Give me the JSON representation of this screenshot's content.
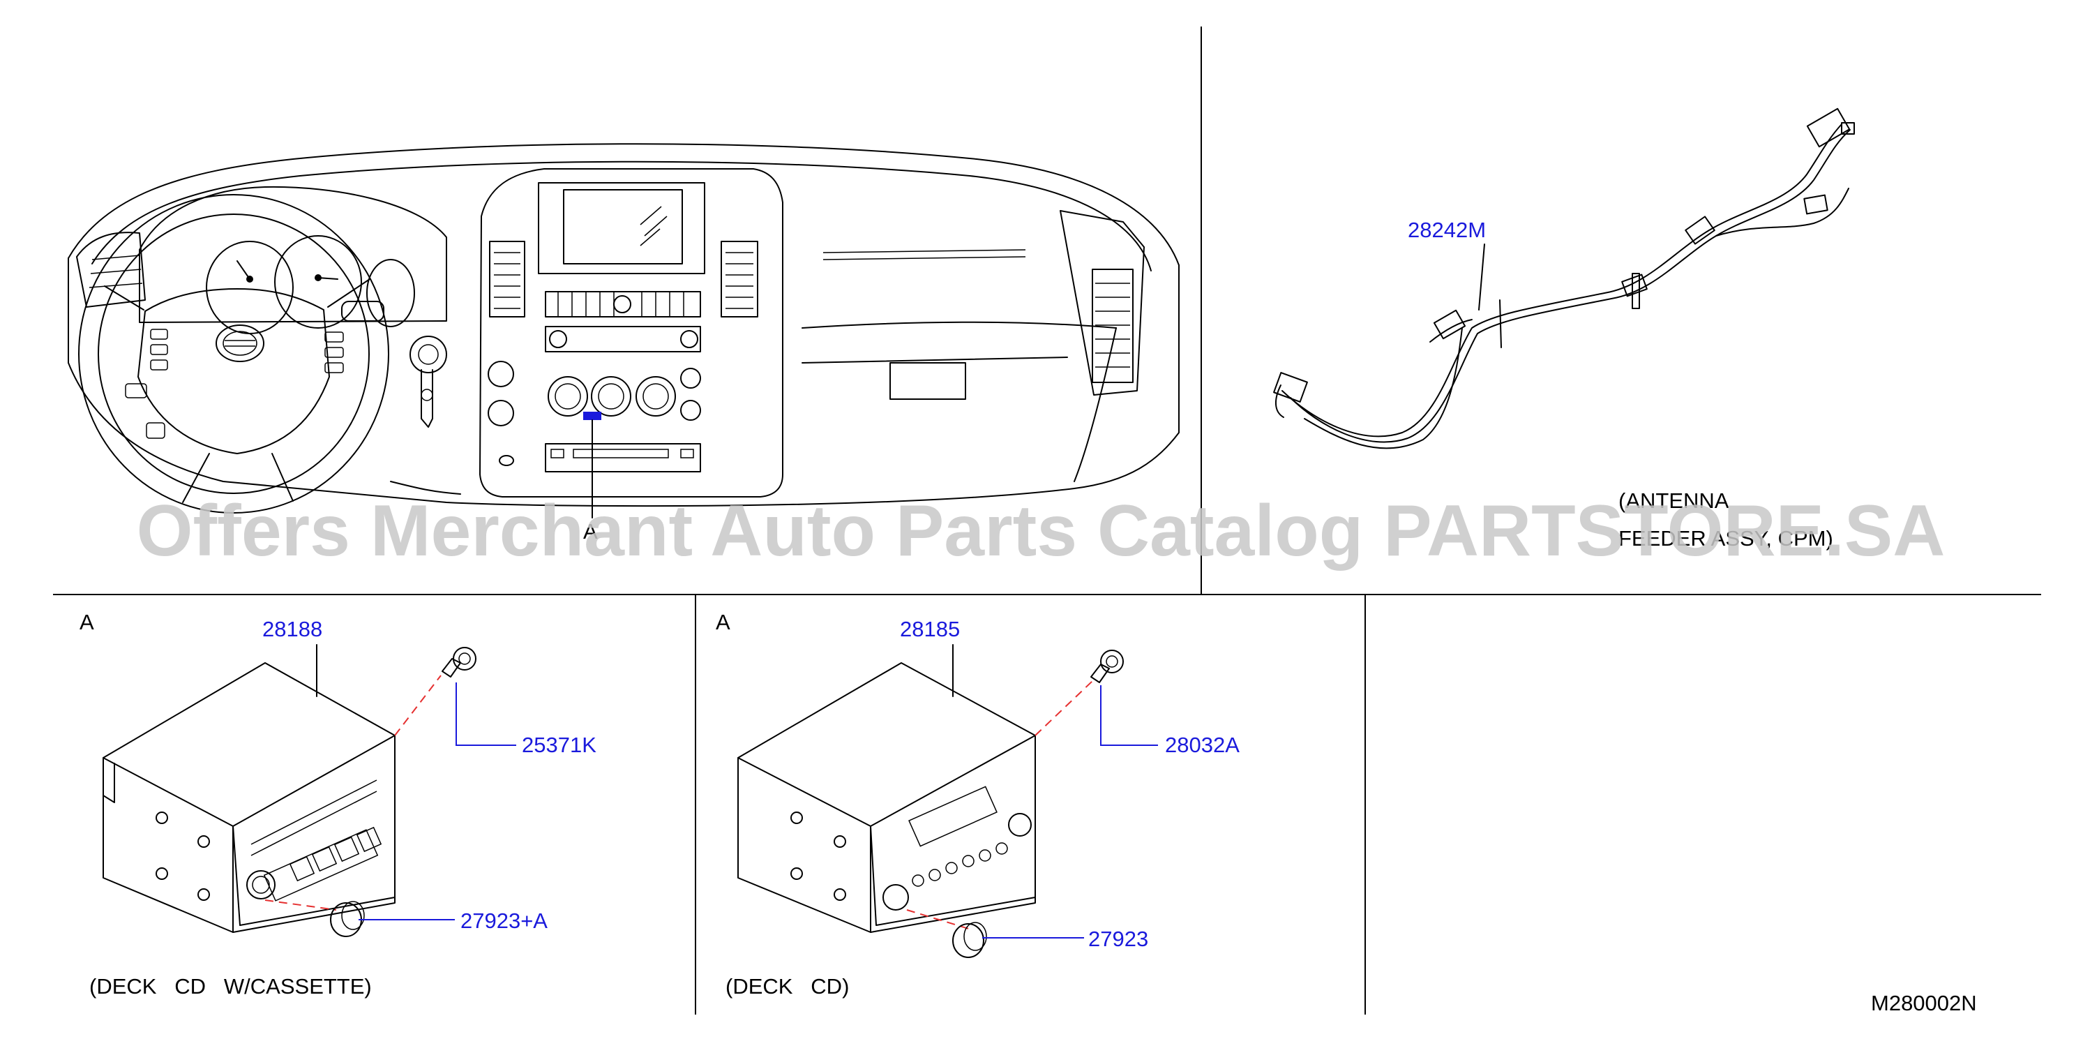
{
  "diagram_code": "M280002N",
  "watermark": "Offers Merchant Auto Parts Catalog PARTSTORE.SA",
  "top_panel": {
    "ref_letter": "A",
    "antenna": {
      "part_number": "28242M",
      "caption_line1": "(ANTENNA",
      "caption_line2": "FEEDER ASSY, CPM)"
    }
  },
  "deck_cassette": {
    "view_letter": "A",
    "unit_part": "28188",
    "screw_part": "25371K",
    "knob_part": "27923+A",
    "caption": "(DECK   CD   W/CASSETTE)"
  },
  "deck_cd": {
    "view_letter": "A",
    "unit_part": "28185",
    "screw_part": "28032A",
    "knob_part": "27923",
    "caption": "(DECK   CD)"
  }
}
